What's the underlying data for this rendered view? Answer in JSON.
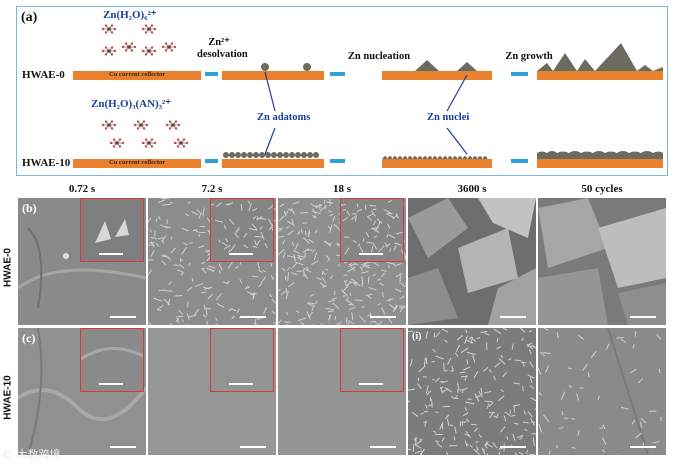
{
  "panel_a": {
    "tag": "(a)",
    "row_labels": [
      "HWAE-0",
      "HWAE-10"
    ],
    "formula_top": "Zn(H₂O)₆²⁺",
    "formula_bottom": "Zn(H₂O)₃(AN)₃²⁺",
    "collector_text": "Cu current collector",
    "step_desolvation": "Zn²⁺ desolvation",
    "step_nucleation": "Zn nucleation",
    "step_growth": "Zn growth",
    "note_adatoms": "Zn adatoms",
    "note_nuclei": "Zn nuclei",
    "colors": {
      "plate": "#e8802e",
      "arrow": "#2fa3d6",
      "deposit": "#6b6b60",
      "border": "#7ab8df"
    }
  },
  "time_labels": [
    "0.72 s",
    "7.2 s",
    "18 s",
    "3600 s",
    "50 cycles"
  ],
  "panel_b": {
    "tag": "(b)",
    "side": "HWAE-0"
  },
  "panel_c": {
    "tag": "(c)",
    "side": "HWAE-10",
    "tag_i": "(i)"
  },
  "watermark": "© 大数跨境"
}
